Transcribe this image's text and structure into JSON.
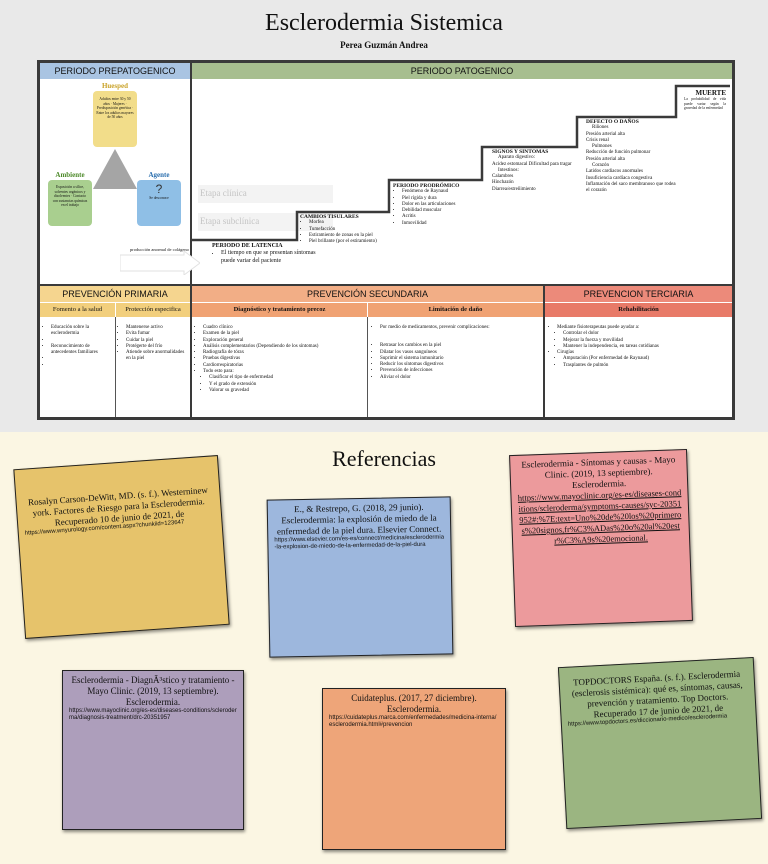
{
  "title": "Esclerodermia Sistemica",
  "author": "Perea Guzmán Andrea",
  "prepatogenico": {
    "header": "PERIODO PREPATOGENICO",
    "huesped_label": "Huesped",
    "huesped_text": "Adultos entre 30 y 50 años · Mujeres · Predisposición genética · Entre los adultos mayores de 50 años",
    "ambiente_label": "Ambiente",
    "ambiente_text": "Exposición a sílice, solventes orgánicos y disolventes · Contacto con sustancias químicas en el trabajo",
    "agente_label": "Agente",
    "agente_mark": "?",
    "agente_text": "Se desconoce",
    "interaction": "producción anormal de colágeno"
  },
  "patogenico": {
    "header": "PERIODO PATOGENICO",
    "clinica": "Etapa clínica",
    "subclinica": "Etapa subclínica",
    "latencia": {
      "title": "PERIODO DE LATENCIA",
      "items": [
        "El tiempo en que se presentan síntomas puede variar del paciente"
      ]
    },
    "tisulares": {
      "title": "CAMBIOS TISULARES",
      "items": [
        "Morfea",
        "Tumefacción",
        "Estiramiento de zonas en la piel",
        "Piel brillante (por el estiramiento)"
      ]
    },
    "prodromico": {
      "title": "PERIODO PRODRÓMICO",
      "items": [
        "Fenómeno de Raynaud",
        "Piel rígida y dura",
        "Dolor en las articulaciones",
        "Debilidad muscular",
        "Acritis",
        "Inmovilidad"
      ]
    },
    "signos": {
      "title": "SIGNOS Y SINTOMAS",
      "items": [
        "Aparato digestivo:",
        "Acidez estomacal Dificultad para tragar",
        "Intestinos:",
        "Calambres",
        "Hinchazón",
        "Diarrea/estreñimiento"
      ]
    },
    "defecto": {
      "title": "DEFECTO O DAÑOS",
      "items": [
        "Riñones",
        "Presión arterial alta",
        "Crisis renal",
        "Pulmones",
        "Reducción de función pulmonar",
        "Presión arterial alta",
        "Corazón",
        "Latidos cardiacos anormales",
        "Insuficiencia cardíaca congestiva",
        "Inflamación del saco membranoso que rodea el corazón"
      ]
    },
    "muerte": {
      "title": "MUERTE",
      "text": "La probabilidad de vida puede variar según la gravedad de la enfermedad"
    }
  },
  "primaria": {
    "header": "PREVENCIÓN PRIMARIA",
    "col1_title": "Fomento a la salud",
    "col1_items": [
      "Educación sobre la esclerodermia",
      "",
      "Reconocimiento de antecedentes familiares",
      "",
      ""
    ],
    "col2_title": "Protección especifica",
    "col2_items": [
      "Mantenerse activo",
      "Evita fumar",
      "Cuidar la piel",
      "Protégerte del frío",
      "Atiende sobre anormalidades en la piel"
    ]
  },
  "secundaria": {
    "header": "PREVENCIÓN SECUNDARIA",
    "col1_title": "Diagnóstico y tratamiento precoz",
    "col1_items": [
      "Cuadro clínico",
      "Examen de la piel",
      "Exploración general",
      "Análisis complementarios (Dependiendo de los síntomas)",
      "Radiografía de tórax",
      "Pruebas digestivas",
      "Cardiorrespiratorias",
      "Todo esto para:",
      "Clasificar el tipo de enfermedad",
      "Y el grado de extensión",
      "Valorar su gravedad"
    ],
    "col2_title": "Limitación de daño",
    "col2_intro": "Por medio de medicamentos, prevenir complicaciones:",
    "col2_items": [
      "Retrasar los cambios en la piel",
      "Dilatar los vasos sanguíneos",
      "Suprimir el sistema inmunitario",
      "Reducir los síntomas digestivos",
      "Prevención de infecciones",
      "Aliviar el dolor"
    ]
  },
  "terciaria": {
    "header": "PREVENCION TERCIARIA",
    "col_title": "Rehabilitación",
    "items": [
      "Mediante fisioterapeutas puede ayudar a:",
      "Controlar el dolor",
      "Mejorar la fuerza y movilidad",
      "Mantener la independencia, en tareas cotidianas",
      "Cirugías",
      "Amputación (Por enfermedad de Raynaud)",
      "Trasplantes de pulmón"
    ]
  },
  "referencias": {
    "title": "Referencias",
    "notes": [
      {
        "text": "Rosalyn Carson-DeWitt, MD. (s. f.). Westerninew york. Factores de Riesgo para la Esclerodermia. Recuperado 10 de junio de 2021, de",
        "url": "https://www.wnyurology.com/content.aspx?chunkiid=123647",
        "color": "#e6c36b"
      },
      {
        "text": "E., & Restrepo, G. (2018, 29 junio). Esclerodermia: la explosión de miedo de la enfermedad de la piel dura. Elsevier Connect.",
        "url": "https://www.elsevier.com/es-es/connect/medicina/esclerodermia-la-explosion-de-miedo-de-la-enfermedad-de-la-piel-dura",
        "color": "#9db7dd"
      },
      {
        "text": "Esclerodermia - Síntomas y causas - Mayo Clinic. (2019, 13 septiembre). Esclerodermia.",
        "url": "https://www.mayoclinic.org/es-es/diseases-conditions/scleroderma/symptoms-causes/syc-20351952#:%7E:text=Uno%20de%20los%20primeros%20signos,fr%C3%ADas%20o%20al%20estr%C3%A9s%20emocional.",
        "color": "#ec9a9c"
      },
      {
        "text": "Esclerodermia - DiagnÃ³stico y tratamiento - Mayo Clinic. (2019, 13 septiembre). Esclerodermia.",
        "url": "https://www.mayoclinic.org/es-es/diseases-conditions/scleroderma/diagnosis-treatment/drc-20351957",
        "color": "#ad9ebb"
      },
      {
        "text": "Cuidateplus. (2017, 27 diciembre). Esclerodermia.",
        "url": "https://cuidateplus.marca.com/enfermedades/medicina-interna/esclerodermia.html#prevencion",
        "color": "#eea579"
      },
      {
        "text": "TOPDOCTORS España. (s. f.). Esclerodermia (esclerosis sistémica): qué es, síntomas, causas, prevención y tratamiento. Top Doctors. Recuperado 17 de junio de 2021, de",
        "url": "https://www.topdoctors.es/diccionario-medico/esclerodermia",
        "color": "#9bb581"
      }
    ]
  }
}
